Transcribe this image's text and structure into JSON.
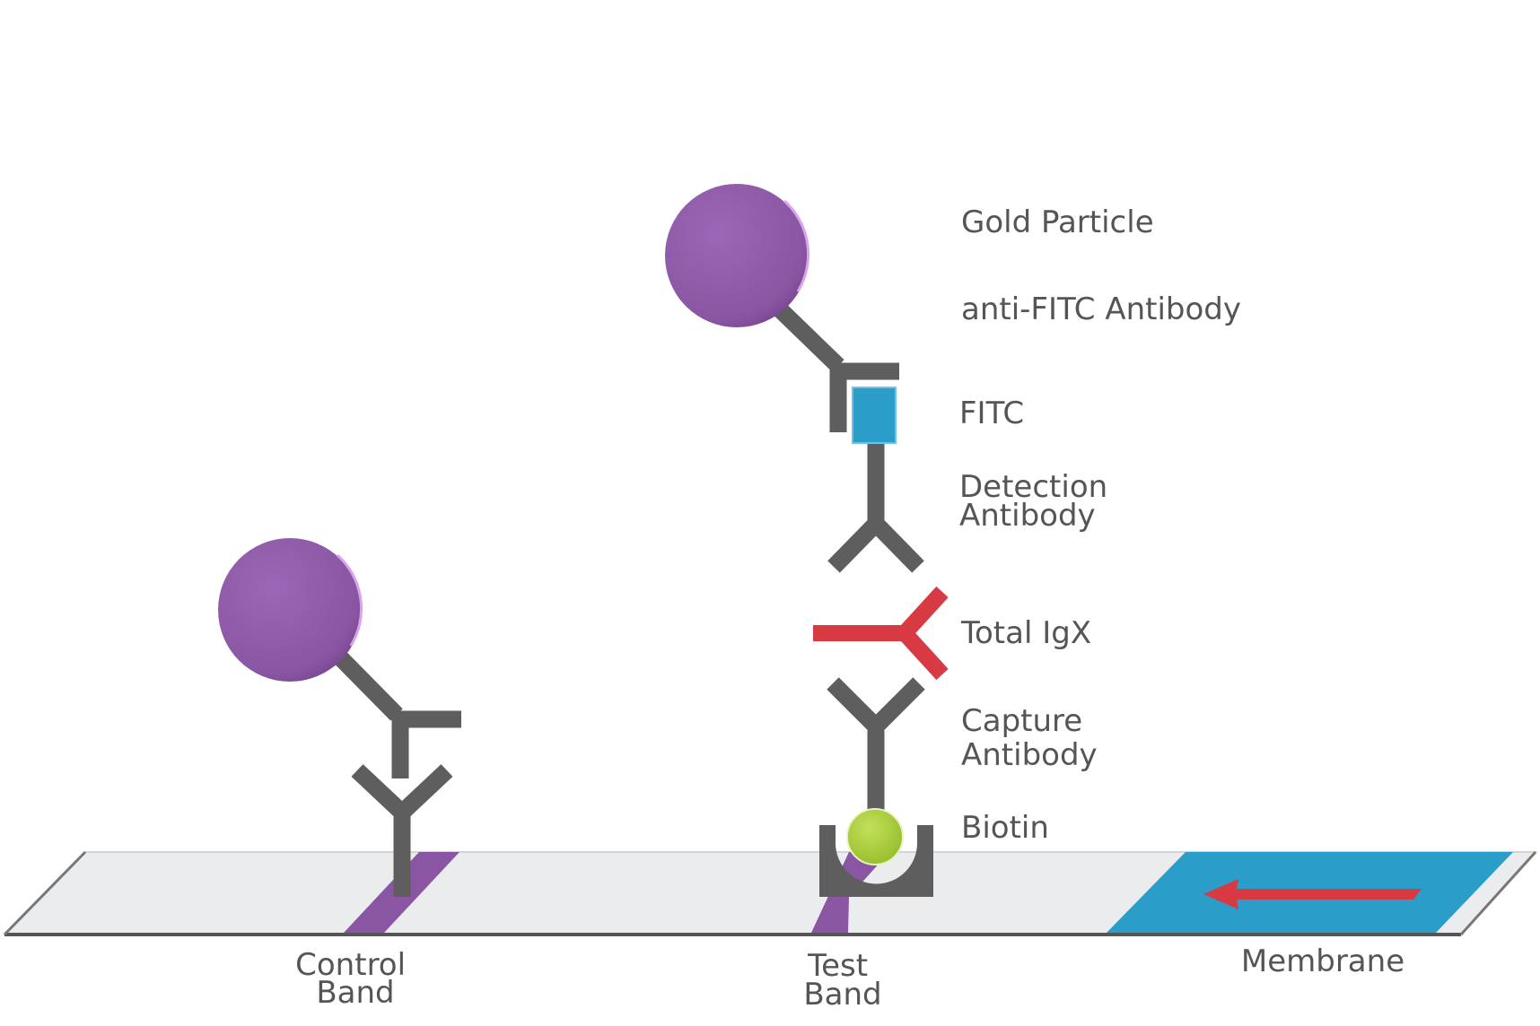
{
  "labels": {
    "gold_particle": "Gold Particle",
    "anti_fitc_antibody": "anti-FITC Antibody",
    "fitc": "FITC",
    "detection_antibody": [
      "Detection",
      "Antibody"
    ],
    "total_igx": "Total IgX",
    "capture_antibody": [
      "Capture",
      "Antibody"
    ],
    "biotin": "Biotin",
    "control_band": [
      "Control",
      "Band"
    ],
    "test_band": [
      "Test",
      "Band"
    ],
    "membrane": "Membrane"
  },
  "colors": {
    "gold_particle": "#8a56a3",
    "gold_particle_highlight": "#d9a3ee",
    "antibody": "#5e5e5e",
    "antibody_highlight": "#8c8c8c",
    "fitc": "#2a9dc9",
    "total_igx": "#d83a44",
    "biotin": "#a9cf3a",
    "band": "#8a56a3",
    "membrane_pad": "#2a9dc9",
    "flow_arrow": "#d83a44",
    "strip_fill": "#ebecee",
    "strip_edge": "#555555",
    "label_text": "#555555"
  },
  "icons": {
    "flow_direction": "arrow-left-icon"
  }
}
